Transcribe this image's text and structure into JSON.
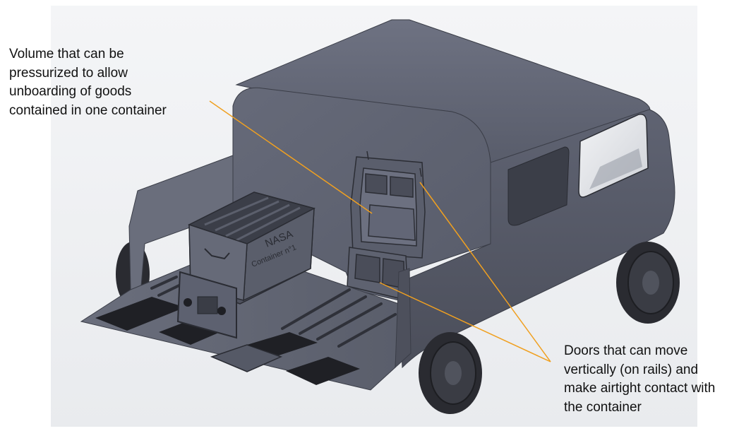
{
  "annotations": {
    "volume": "Volume that can be\npressurized to allow\nunboarding of goods\ncontained in one container",
    "doors": "Doors that can move\nvertically (on rails) and\nmake airtight contact with\nthe container"
  },
  "container_markings": {
    "line1": "NASA",
    "line2": "Container n°1"
  },
  "colors": {
    "body": "#5d6170",
    "body_dark": "#3e414c",
    "tire": "#2a2b31",
    "leader": "#f0a020"
  }
}
